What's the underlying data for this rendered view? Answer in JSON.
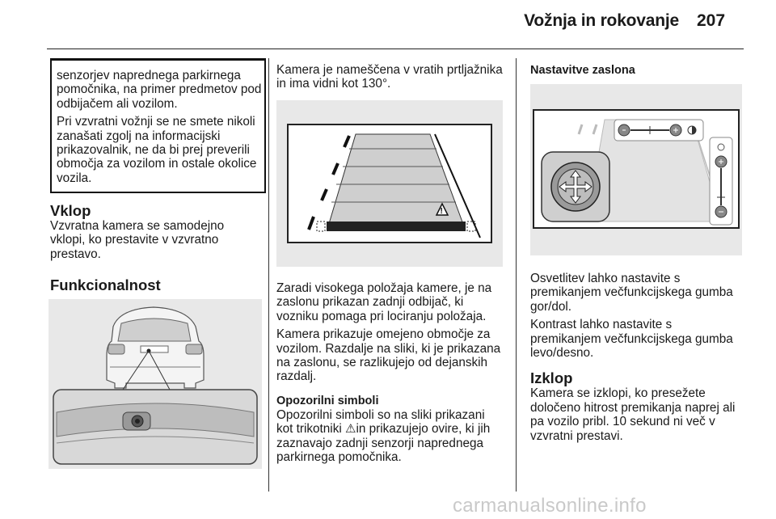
{
  "header": {
    "title": "Vožnja in rokovanje",
    "page_number": "207"
  },
  "col1": {
    "warning": {
      "p1": "senzorjev naprednega parkirnega pomočnika, na primer predmetov pod odbijačem ali vozilom.",
      "p2": "Pri vzvratni vožnji se ne smete nikoli zanašati zgolj na informacijski prikazovalnik, ne da bi prej preverili območja za vozilom in ostale okolice vozila."
    },
    "vklop": {
      "heading": "Vklop",
      "text": "Vzvratna kamera se samodejno vklopi, ko prestavite v vzvratno prestavo."
    },
    "funkcionalnost_heading": "Funkcionalnost"
  },
  "col2": {
    "p1": "Kamera je nameščena v vratih prtljažnika in ima vidni kot 130°.",
    "p2": "Zaradi visokega položaja kamere, je na zaslonu prikazan zadnji odbijač, ki vozniku pomaga pri lociranju položaja.",
    "p3": "Kamera prikazuje omejeno območje za vozilom. Razdalje na sliki, ki je prikazana na zaslonu, se razlikujejo od dejanskih razdalj.",
    "symbols": {
      "heading": "Opozorilni simboli",
      "text_before": "Opozorilni simboli so na sliki prikazani kot trikotniki",
      "triangle": "⚠",
      "text_after": "in prikazujejo ovire, ki jih zaznavajo zadnji senzorji naprednega parkirnega pomočnika."
    }
  },
  "col3": {
    "nastavitve_heading": "Nastavitve zaslona",
    "p1": "Osvetlitev lahko nastavite s premikanjem večfunkcijskega gumba gor/dol.",
    "p2": "Kontrast lahko nastavite s premikanjem večfunkcijskega gumba levo/desno.",
    "izklop": {
      "heading": "Izklop",
      "text": "Kamera se izklopi, ko presežete določeno hitrost premikanja naprej ali pa vozilo pribl. 10 sekund ni več v vzvratni prestavi."
    }
  },
  "watermark": "carmanualsonline.info",
  "colors": {
    "figure_bg": "#e8e8e8",
    "lane_fill": "#c9c9c9",
    "bumper": "#2a2a2a"
  }
}
